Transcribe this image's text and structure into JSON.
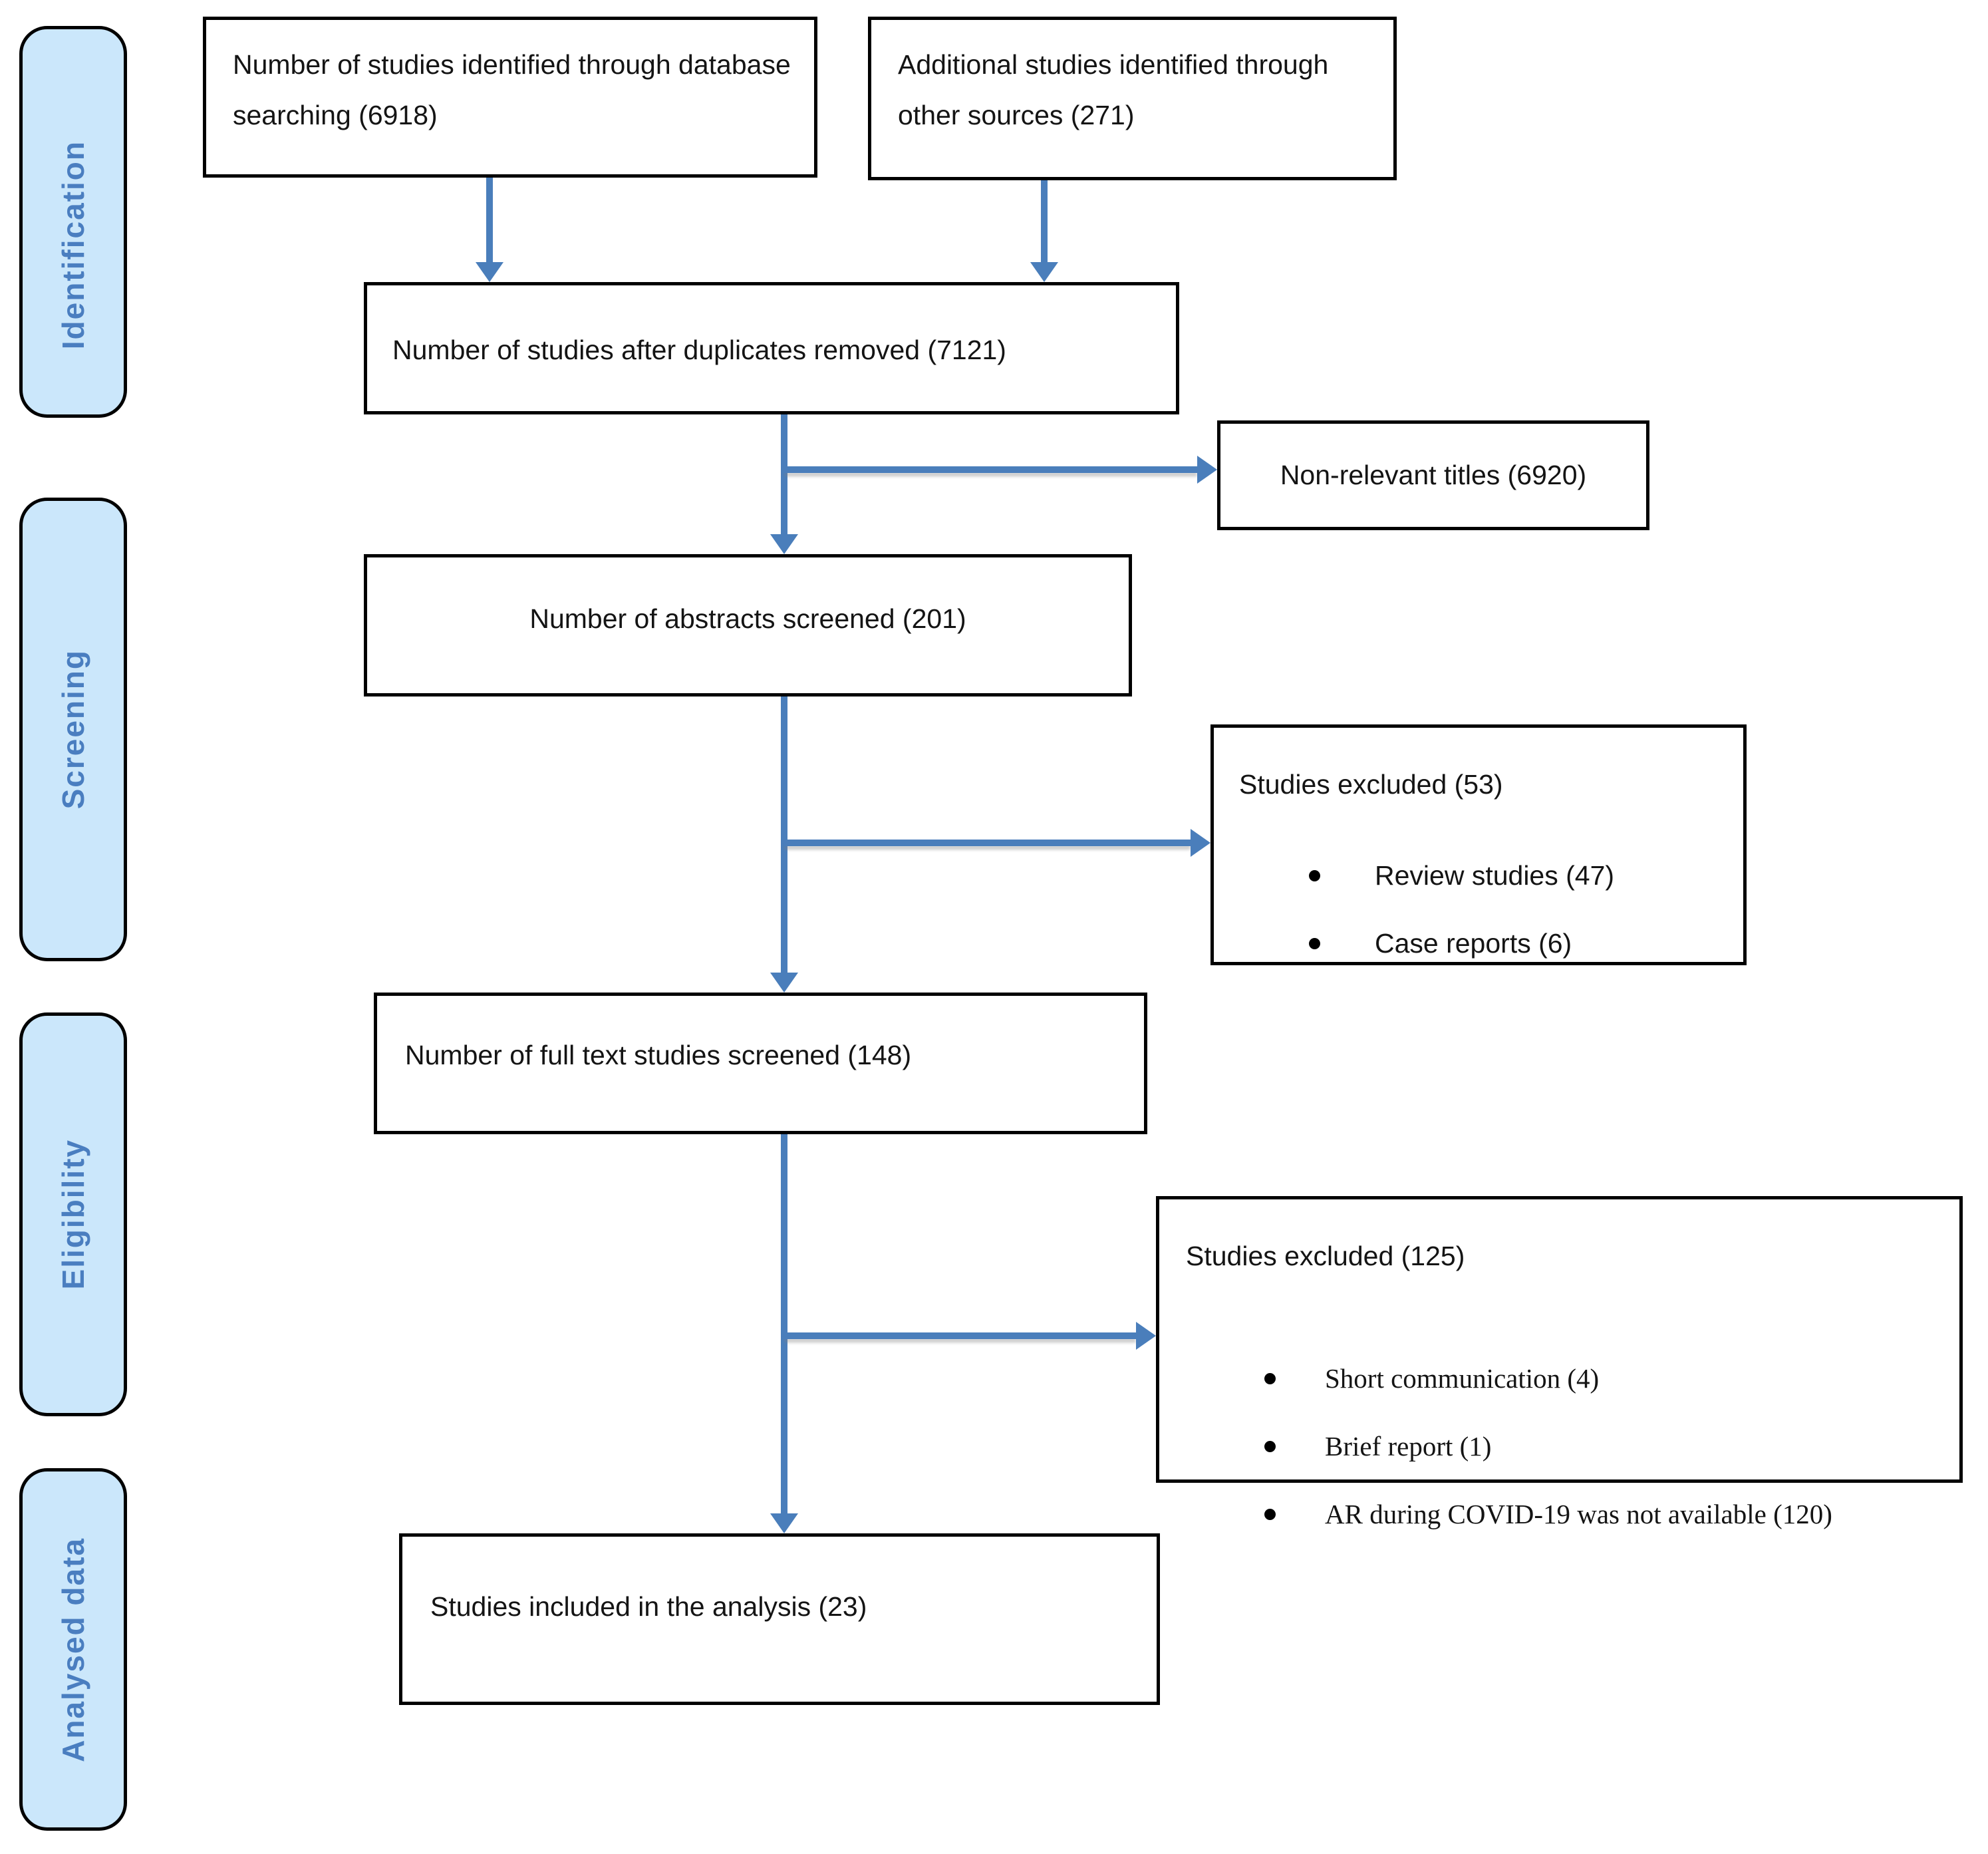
{
  "diagram_type": "prisma-flow-diagram",
  "stages": {
    "identification": "Identification",
    "screening": "Screening",
    "eligibility": "Eligibility",
    "analysed": "Analysed data"
  },
  "boxes": {
    "db_search": "Number of studies identified through database searching (6918)",
    "other_sources": "Additional studies identified through other sources (271)",
    "duplicates_removed": "Number of studies after duplicates removed (7121)",
    "non_relevant": "Non-relevant titles (6920)",
    "abstracts": "Number of abstracts screened (201)",
    "excluded_screening": {
      "title": "Studies excluded (53)",
      "bullets": [
        "Review studies (47)",
        "Case reports (6)"
      ]
    },
    "full_text": "Number of full text studies screened (148)",
    "excluded_eligibility": {
      "title": "Studies excluded (125)",
      "bullets": [
        "Short communication (4)",
        "Brief report (1)",
        "AR during COVID-19 was not available (120)"
      ]
    },
    "included": "Studies included in the analysis (23)"
  },
  "colors": {
    "arrow_accent": "#4a7ebb",
    "stage_fill": "#cbe7fb",
    "stage_text": "#4a7ec0",
    "box_border": "#000000"
  }
}
